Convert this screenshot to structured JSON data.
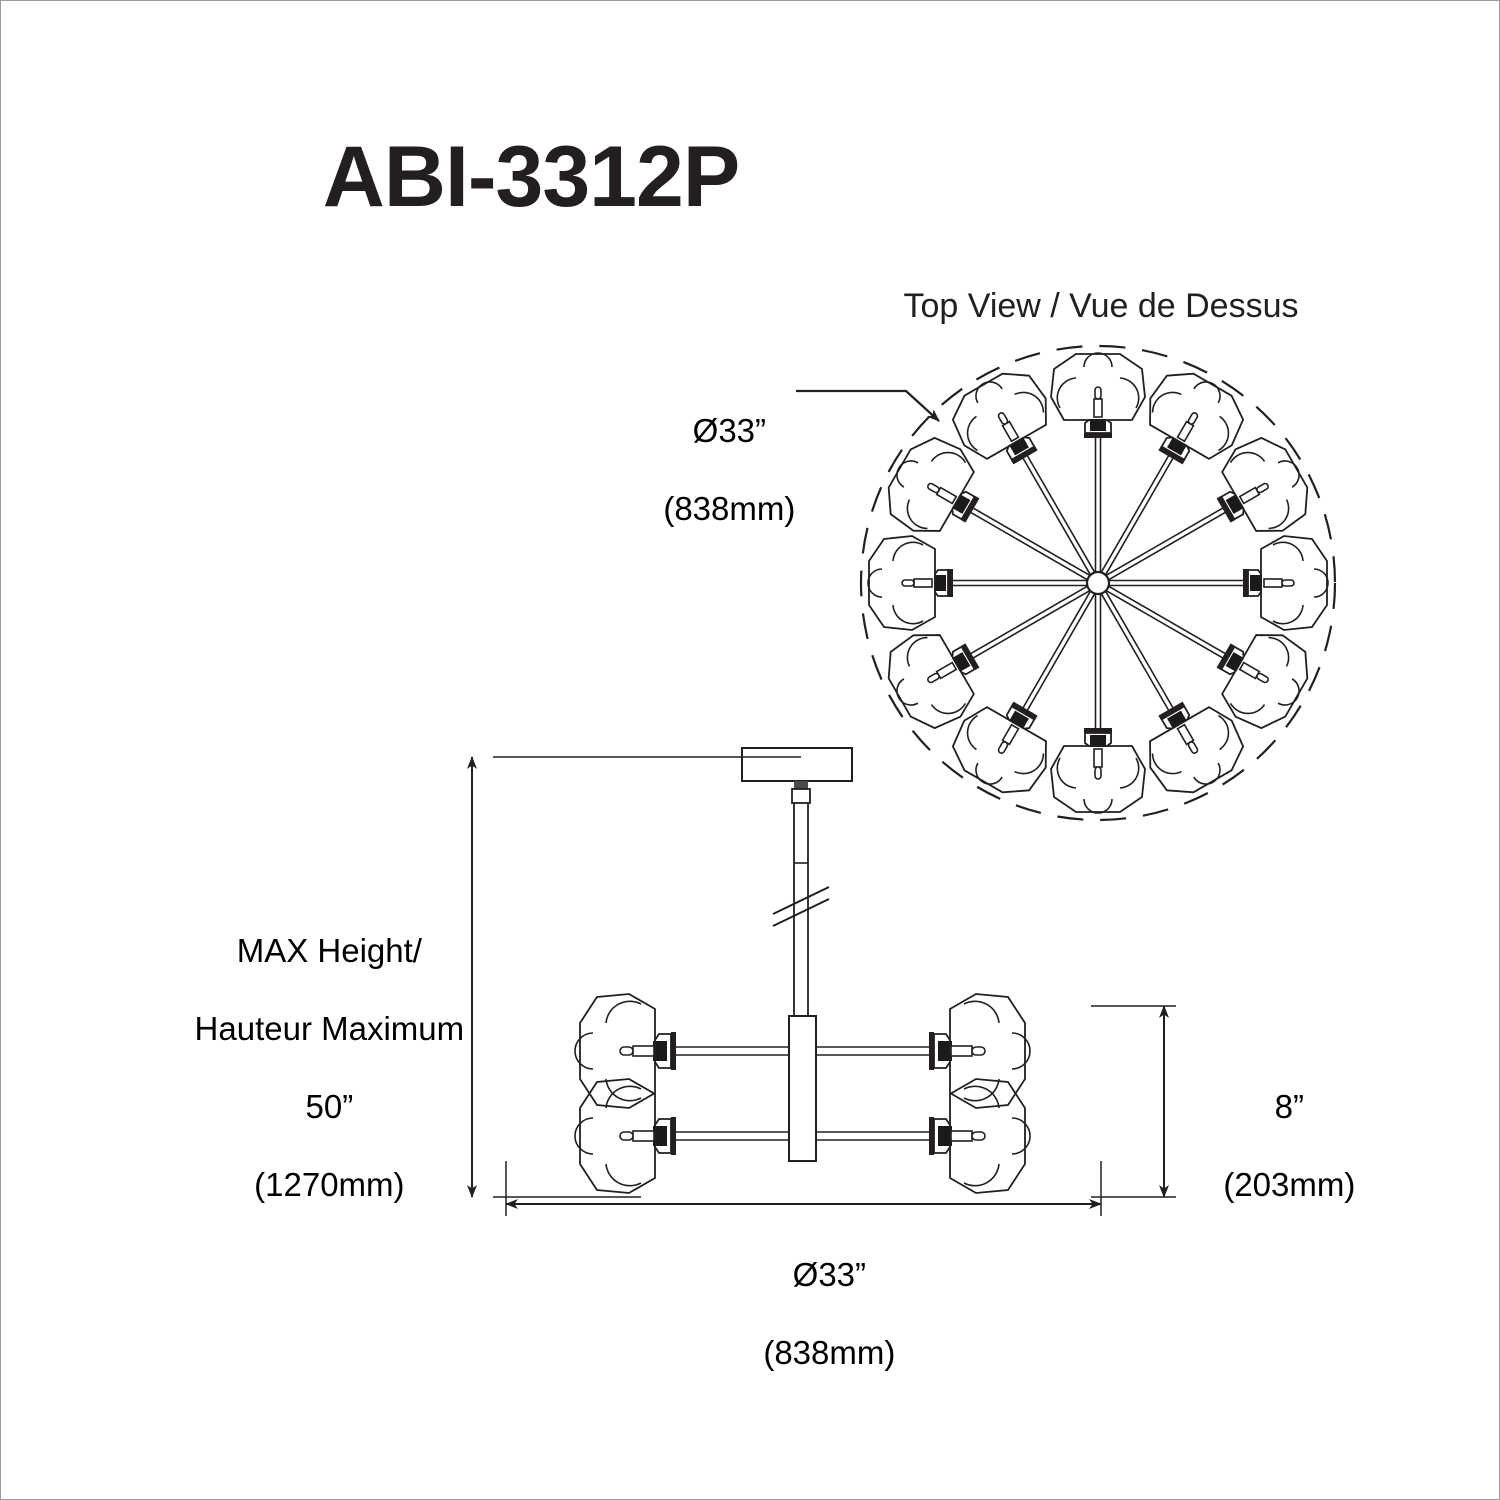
{
  "document": {
    "model_number": "ABI-3312P",
    "drawing_type": "lighting-fixture-dimension-drawing"
  },
  "views": {
    "top": {
      "title": "Top View / Vue de Dessus",
      "arm_count": 12,
      "outline_style": "dashed-circle"
    },
    "front": {
      "title": "",
      "visible_shades": 4,
      "break_symbol": true
    }
  },
  "dimensions": {
    "top_diameter": {
      "imperial": "Ø33”",
      "metric": "(838mm)"
    },
    "max_height": {
      "label_line_1": "MAX Height/",
      "label_line_2": "Hauteur Maximum",
      "imperial": "50”",
      "metric": "(1270mm)"
    },
    "shade_height": {
      "imperial": "8”",
      "metric": "(203mm)"
    },
    "bottom_diameter": {
      "imperial": "Ø33”",
      "metric": "(838mm)"
    }
  },
  "colors": {
    "line": "#231f20",
    "text": "#231f20",
    "background": "#ffffff",
    "border": "#9a9a9a",
    "socket_fill": "#1a1a1a"
  }
}
